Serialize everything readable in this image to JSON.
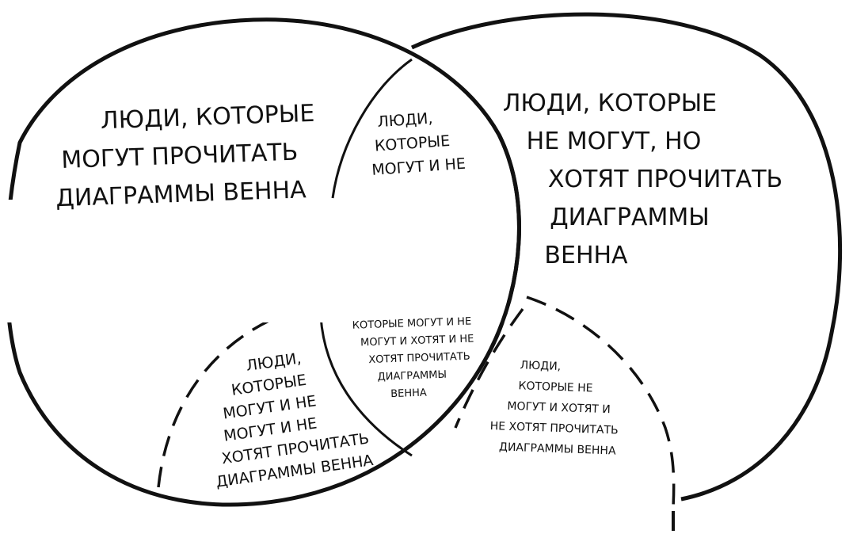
{
  "regions": {
    "left": {
      "lines": [
        "ЛЮДИ, КОТОРЫЕ",
        "МОГУТ ПРОЧИТАТЬ",
        "ДИАГРАММЫ ВЕННА"
      ]
    },
    "right": {
      "lines": [
        "ЛЮДИ, КОТОРЫЕ",
        "НЕ МОГУТ, НО",
        "ХОТЯТ ПРОЧИТАТЬ",
        "ДИАГРАММЫ",
        "ВЕННА"
      ]
    },
    "top_lens": {
      "lines": [
        "ЛЮДИ,",
        "КОТОРЫЕ",
        "МОГУТ И НЕ"
      ]
    },
    "bottom_left": {
      "lines": [
        "ЛЮДИ,",
        "КОТОРЫЕ",
        "МОГУТ И НЕ",
        "МОГУТ И НЕ",
        "ХОТЯТ ПРОЧИТАТЬ",
        "ДИАГРАММЫ ВЕННА"
      ]
    },
    "bottom_center": {
      "lines": [
        "КОТОРЫЕ МОГУТ И НЕ",
        "МОГУТ И ХОТЯТ И НЕ",
        "ХОТЯТ ПРОЧИТАТЬ",
        "ДИАГРАММЫ",
        "ВЕННА"
      ]
    },
    "bottom_right": {
      "lines": [
        "ЛЮДИ,",
        "КОТОРЫЕ НЕ",
        "МОГУТ И ХОТЯТ И",
        "НЕ ХОТЯТ ПРОЧИТАТЬ",
        "ДИАГРАММЫ ВЕННА"
      ]
    }
  },
  "colors": {
    "ink": "#111111",
    "background": "#ffffff"
  }
}
